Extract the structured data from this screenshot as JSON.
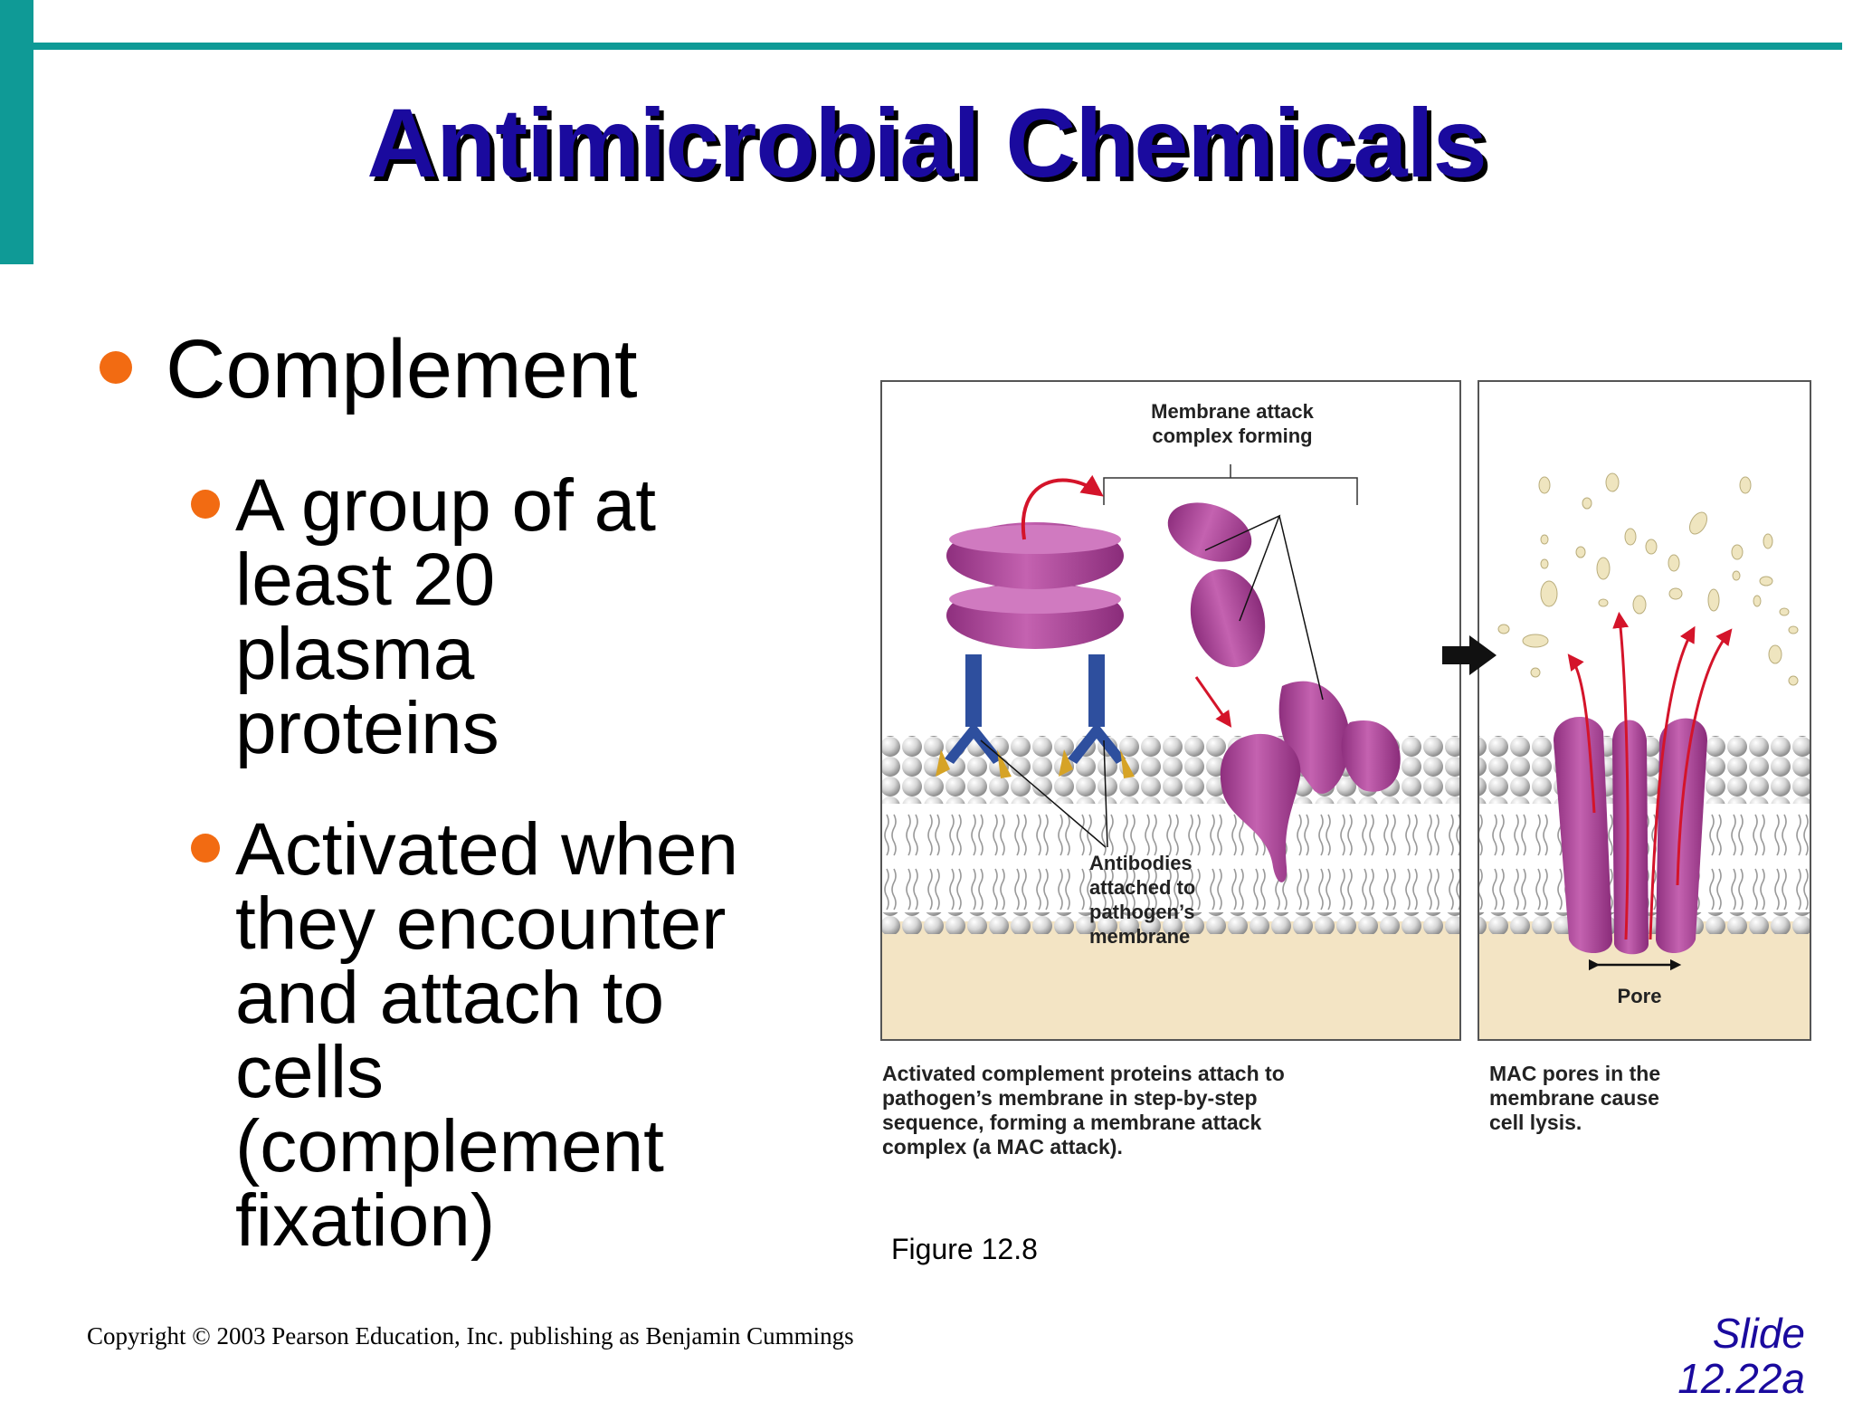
{
  "slide": {
    "title": "Antimicrobial Chemicals",
    "bullet_main": "Complement",
    "sub_bullets": [
      "A group of at\nleast 20\nplasma\nproteins",
      "Activated when\nthey encounter\nand attach to\ncells\n(complement\nfixation)"
    ],
    "figure_label": "Figure 12.8",
    "copyright": "Copyright © 2003 Pearson Education, Inc. publishing as Benjamin Cummings",
    "slide_number_prefix": "Slide",
    "slide_number": "12.22a"
  },
  "figure": {
    "label_mac_line1": "Membrane attack",
    "label_mac_line2": "complex forming",
    "label_antibodies": [
      "Antibodies",
      "attached to",
      "pathogen’s",
      "membrane"
    ],
    "label_pore": "Pore",
    "caption_left": "Activated complement proteins attach to\npathogen’s membrane in step-by-step\nsequence, forming a membrane attack\ncomplex (a MAC attack).",
    "caption_right": "MAC pores in the\nmembrane cause\ncell lysis."
  },
  "colors": {
    "accent": "#0f9a96",
    "title": "#1a0a9e",
    "bullet": "#f26b12",
    "protein": "#b14d9c",
    "antibody": "#2e4f9e",
    "arrow_red": "#d4142a",
    "membrane_bg": "#f3e4c4"
  }
}
